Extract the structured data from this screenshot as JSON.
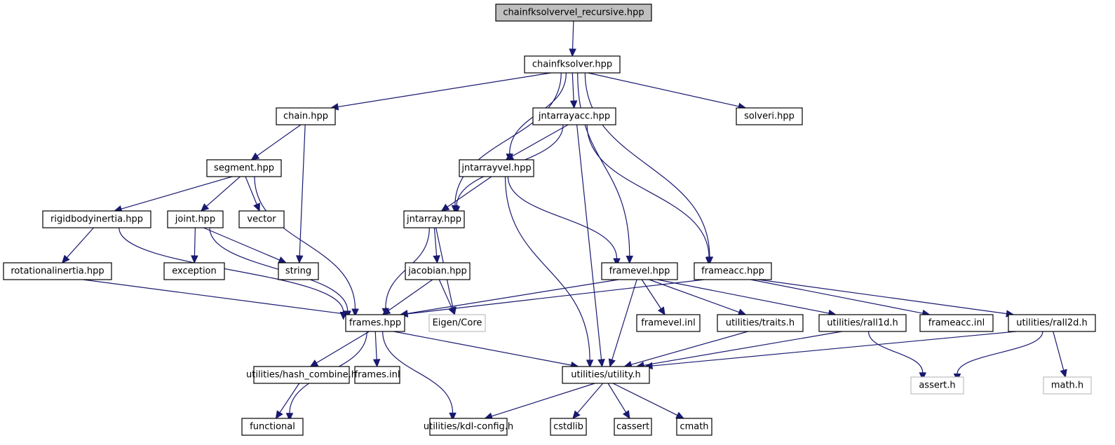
{
  "title": "chainfksolvervel_recursive.hpp include dependency graph",
  "colors": {
    "edge": "#191970",
    "root_fill": "#bfbfbf",
    "external_border": "#bfbfbf"
  },
  "nodes": [
    {
      "id": "root",
      "label": "chainfksolvervel_recursive.hpp",
      "kind": "root"
    },
    {
      "id": "chainfksolver",
      "label": "chainfksolver.hpp",
      "kind": "file"
    },
    {
      "id": "chain",
      "label": "chain.hpp",
      "kind": "file"
    },
    {
      "id": "jntarrayacc",
      "label": "jntarrayacc.hpp",
      "kind": "file"
    },
    {
      "id": "solveri",
      "label": "solveri.hpp",
      "kind": "file"
    },
    {
      "id": "segment",
      "label": "segment.hpp",
      "kind": "file"
    },
    {
      "id": "jntarrayvel",
      "label": "jntarrayvel.hpp",
      "kind": "file"
    },
    {
      "id": "rigidbodyinertia",
      "label": "rigidbodyinertia.hpp",
      "kind": "file"
    },
    {
      "id": "joint",
      "label": "joint.hpp",
      "kind": "file"
    },
    {
      "id": "vector",
      "label": "vector",
      "kind": "file"
    },
    {
      "id": "jntarray",
      "label": "jntarray.hpp",
      "kind": "file"
    },
    {
      "id": "rotationalinertia",
      "label": "rotationalinertia.hpp",
      "kind": "file"
    },
    {
      "id": "exception",
      "label": "exception",
      "kind": "file"
    },
    {
      "id": "string",
      "label": "string",
      "kind": "file"
    },
    {
      "id": "jacobian",
      "label": "jacobian.hpp",
      "kind": "file"
    },
    {
      "id": "framevel",
      "label": "framevel.hpp",
      "kind": "file"
    },
    {
      "id": "frameacc",
      "label": "frameacc.hpp",
      "kind": "file"
    },
    {
      "id": "frames",
      "label": "frames.hpp",
      "kind": "file"
    },
    {
      "id": "eigen",
      "label": "Eigen/Core",
      "kind": "external"
    },
    {
      "id": "framevelinl",
      "label": "framevel.inl",
      "kind": "file"
    },
    {
      "id": "traits",
      "label": "utilities/traits.h",
      "kind": "file"
    },
    {
      "id": "rall1d",
      "label": "utilities/rall1d.h",
      "kind": "file"
    },
    {
      "id": "frameaccinl",
      "label": "frameacc.inl",
      "kind": "file"
    },
    {
      "id": "rall2d",
      "label": "utilities/rall2d.h",
      "kind": "file"
    },
    {
      "id": "hashcombine",
      "label": "utilities/hash_combine.h",
      "kind": "file"
    },
    {
      "id": "framesinl",
      "label": "frames.inl",
      "kind": "file"
    },
    {
      "id": "utility",
      "label": "utilities/utility.h",
      "kind": "file"
    },
    {
      "id": "assert",
      "label": "assert.h",
      "kind": "external"
    },
    {
      "id": "mathh",
      "label": "math.h",
      "kind": "external"
    },
    {
      "id": "functional",
      "label": "functional",
      "kind": "file"
    },
    {
      "id": "kdlconfig",
      "label": "utilities/kdl-config.h",
      "kind": "file"
    },
    {
      "id": "cstdlib",
      "label": "cstdlib",
      "kind": "file"
    },
    {
      "id": "cassert",
      "label": "cassert",
      "kind": "file"
    },
    {
      "id": "cmath",
      "label": "cmath",
      "kind": "file"
    }
  ],
  "edges": [
    [
      "root",
      "chainfksolver"
    ],
    [
      "chainfksolver",
      "chain"
    ],
    [
      "chainfksolver",
      "jntarray"
    ],
    [
      "chainfksolver",
      "jntarrayvel"
    ],
    [
      "chainfksolver",
      "jntarrayacc"
    ],
    [
      "chainfksolver",
      "framevel"
    ],
    [
      "chainfksolver",
      "frameacc"
    ],
    [
      "chainfksolver",
      "solveri"
    ],
    [
      "chain",
      "segment"
    ],
    [
      "chain",
      "string"
    ],
    [
      "segment",
      "rigidbodyinertia"
    ],
    [
      "segment",
      "joint"
    ],
    [
      "segment",
      "vector"
    ],
    [
      "segment",
      "frames"
    ],
    [
      "rigidbodyinertia",
      "rotationalinertia"
    ],
    [
      "rigidbodyinertia",
      "frames"
    ],
    [
      "rotationalinertia",
      "frames"
    ],
    [
      "joint",
      "exception"
    ],
    [
      "joint",
      "string"
    ],
    [
      "joint",
      "frames"
    ],
    [
      "jntarrayacc",
      "jntarray"
    ],
    [
      "jntarrayacc",
      "jntarrayvel"
    ],
    [
      "jntarrayacc",
      "utility"
    ],
    [
      "jntarrayacc",
      "frameacc"
    ],
    [
      "jntarrayvel",
      "jntarray"
    ],
    [
      "jntarrayvel",
      "utility"
    ],
    [
      "jntarrayvel",
      "framevel"
    ],
    [
      "jntarray",
      "frames"
    ],
    [
      "jntarray",
      "jacobian"
    ],
    [
      "jntarray",
      "eigen"
    ],
    [
      "jacobian",
      "frames"
    ],
    [
      "jacobian",
      "eigen"
    ],
    [
      "framevel",
      "frames"
    ],
    [
      "framevel",
      "utility"
    ],
    [
      "framevel",
      "framevelinl"
    ],
    [
      "framevel",
      "traits"
    ],
    [
      "framevel",
      "rall1d"
    ],
    [
      "frameacc",
      "frames"
    ],
    [
      "frameacc",
      "frameaccinl"
    ],
    [
      "frameacc",
      "rall2d"
    ],
    [
      "frames",
      "functional"
    ],
    [
      "frames",
      "hashcombine"
    ],
    [
      "frames",
      "framesinl"
    ],
    [
      "frames",
      "kdlconfig"
    ],
    [
      "frames",
      "utility"
    ],
    [
      "hashcombine",
      "functional"
    ],
    [
      "traits",
      "utility"
    ],
    [
      "rall1d",
      "utility"
    ],
    [
      "rall1d",
      "assert"
    ],
    [
      "rall2d",
      "utility"
    ],
    [
      "rall2d",
      "assert"
    ],
    [
      "rall2d",
      "mathh"
    ],
    [
      "utility",
      "kdlconfig"
    ],
    [
      "utility",
      "cstdlib"
    ],
    [
      "utility",
      "cassert"
    ],
    [
      "utility",
      "cmath"
    ]
  ]
}
